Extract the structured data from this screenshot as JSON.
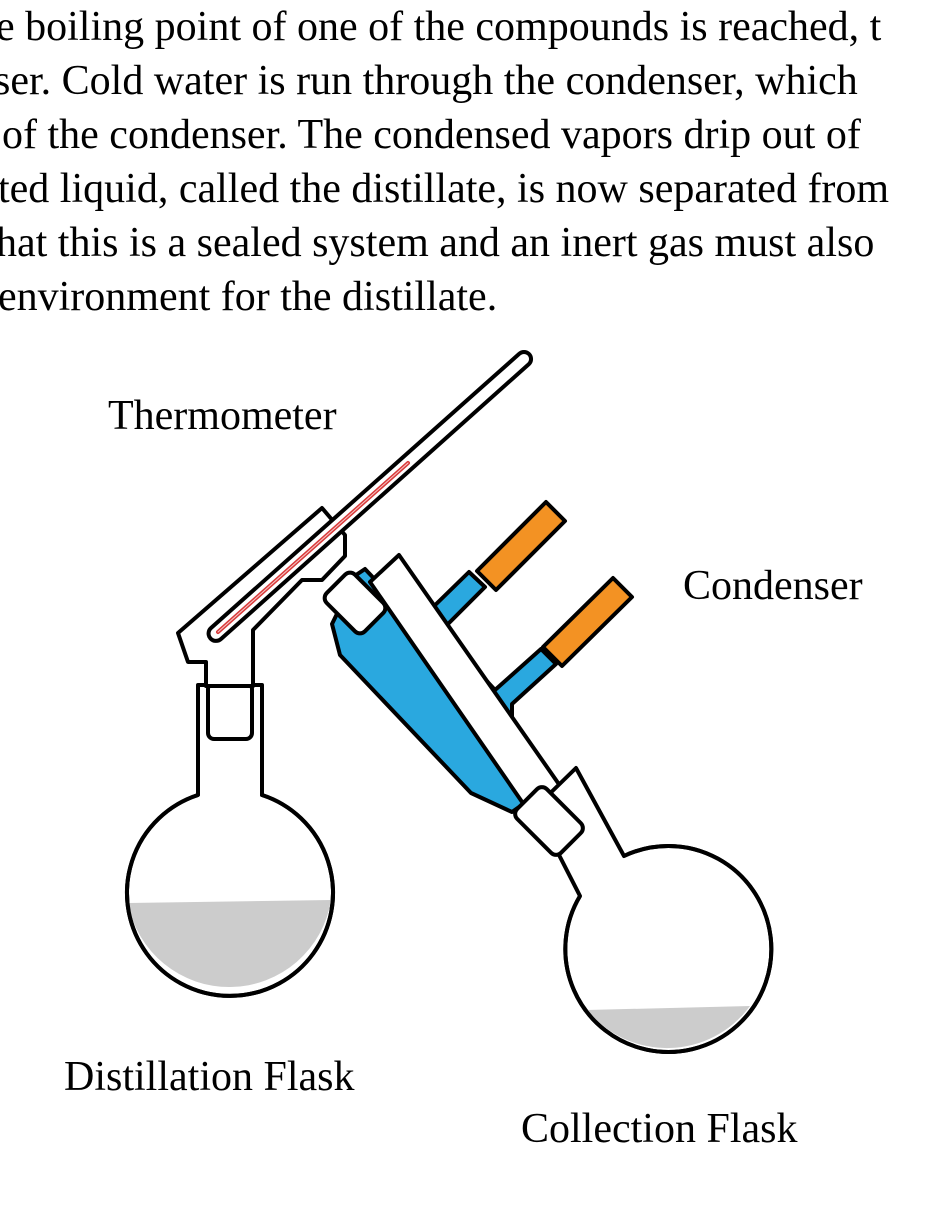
{
  "paragraph": {
    "lines": [
      "e boiling point of one of the compounds is reached, t",
      "ser. Cold water is run through the condenser, which",
      "of the condenser. The condensed vapors drip out of",
      "ted liquid, called the distillate, is now separated from",
      "hat this is a sealed system and an inert gas must also",
      "environment for the distillate."
    ]
  },
  "labels": {
    "thermometer": "Thermometer",
    "condenser": "Condenser",
    "distillation_flask": "Distillation Flask",
    "collection_flask": "Collection Flask"
  },
  "colors": {
    "outline": "#000000",
    "coolant_jacket": "#2aa8df",
    "hose": "#f39223",
    "liquid": "#cccccc",
    "mercury": "#d93a3a",
    "glass": "#ffffff"
  }
}
